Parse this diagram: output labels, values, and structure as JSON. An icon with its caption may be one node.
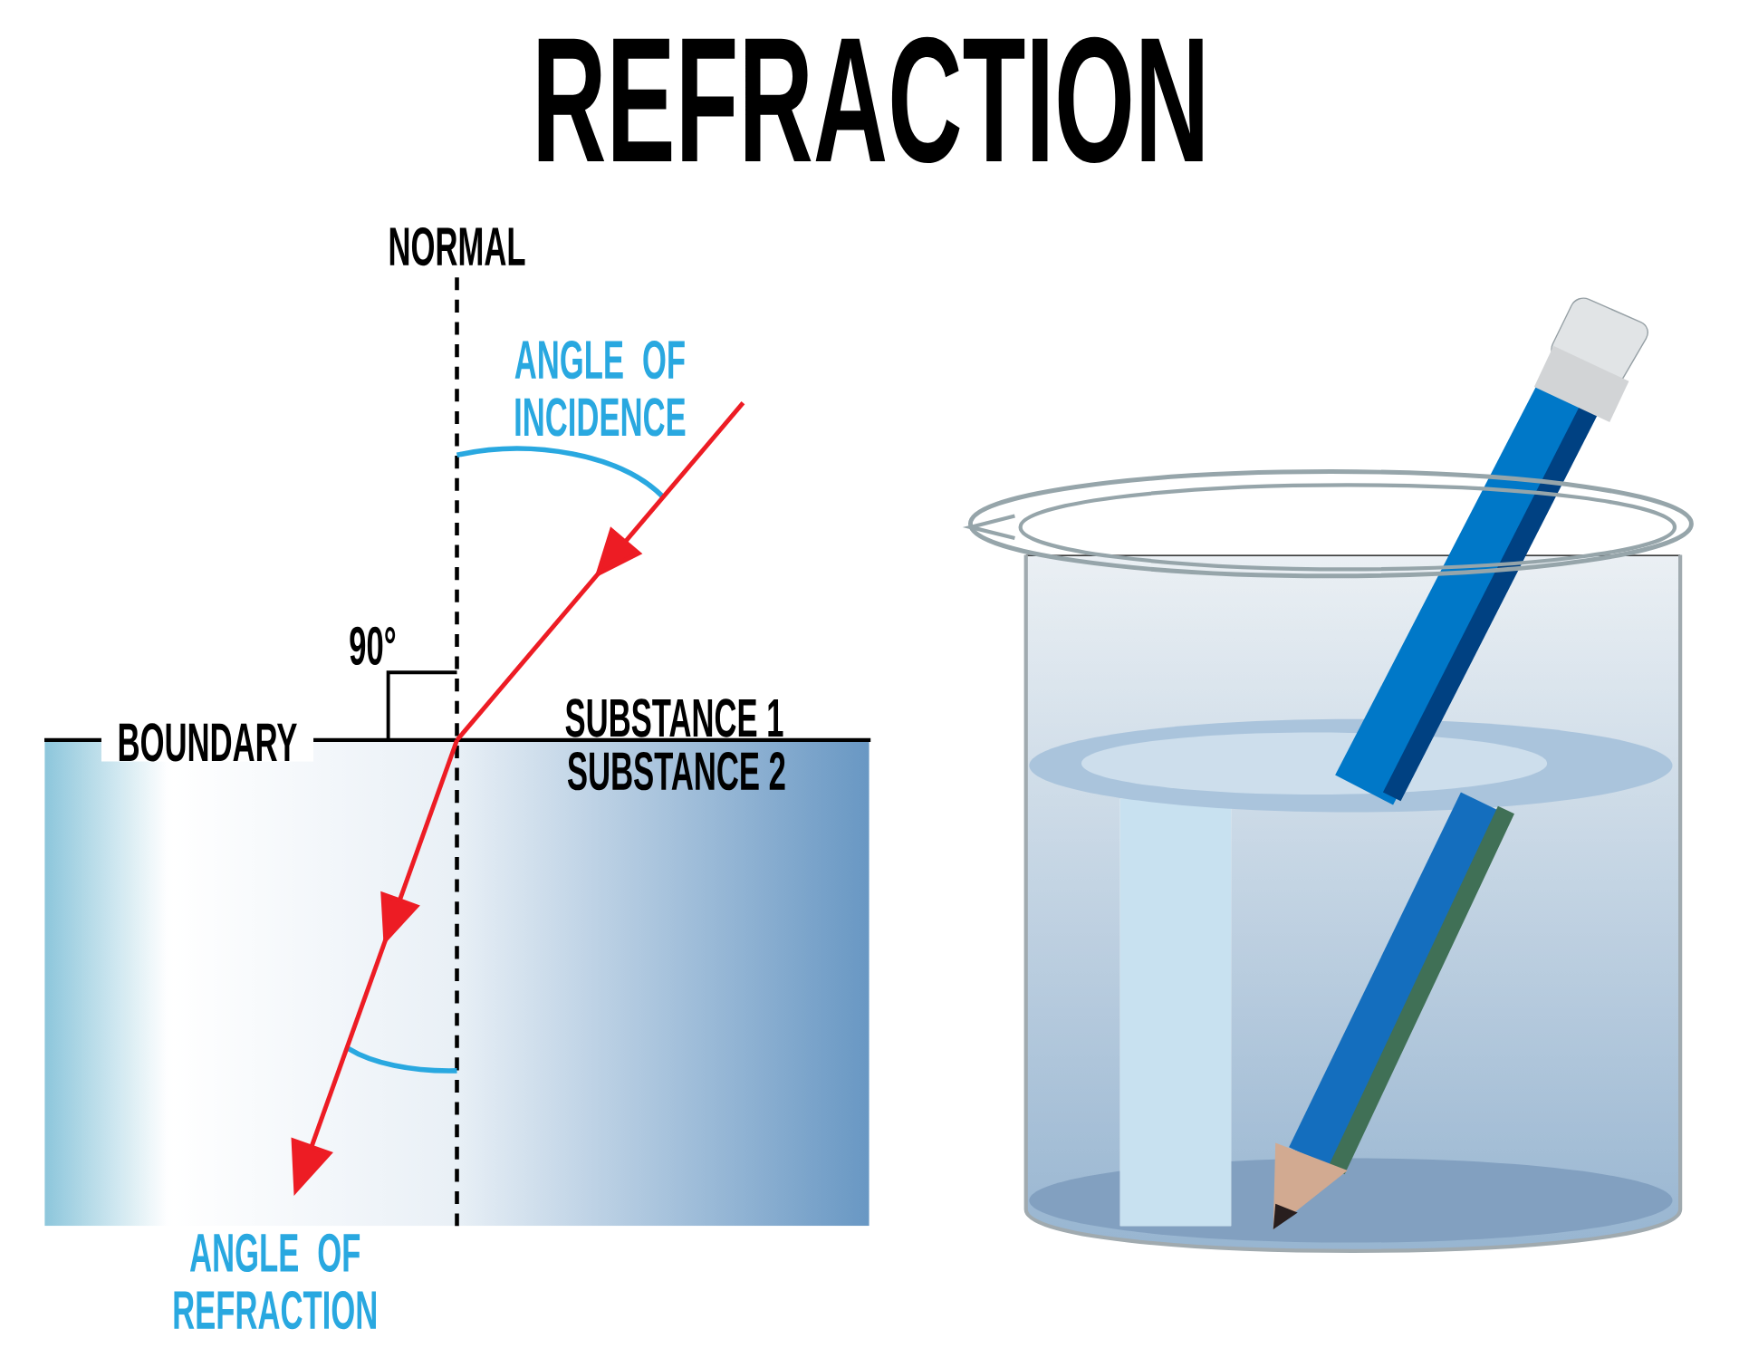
{
  "diagram": {
    "title": "REFRACTION",
    "labels": [
      "NORMAL",
      "ANGLE OF INCIDENCE",
      "90°",
      "BOUNDARY",
      "SUBSTANCE 1",
      "SUBSTANCE 2",
      "ANGLE OF REFRACTION"
    ]
  }
}
